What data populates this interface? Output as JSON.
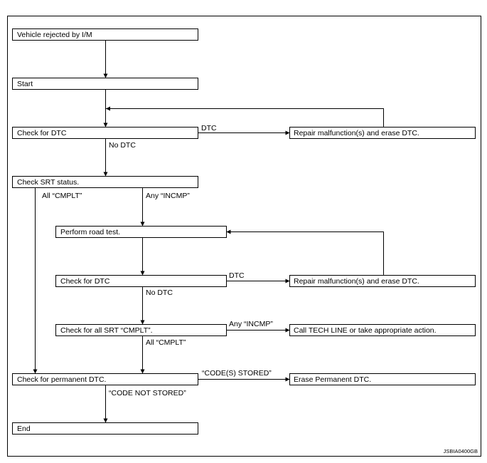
{
  "nodes": {
    "vehicle_rejected": "Vehicle rejected by I/M",
    "start": "Start",
    "check_dtc_1": "Check for DTC",
    "repair_1": "Repair malfunction(s) and erase DTC.",
    "check_srt": "Check SRT status.",
    "road_test": "Perform road test.",
    "check_dtc_2": "Check for DTC",
    "repair_2": "Repair malfunction(s) and erase DTC.",
    "check_all_srt": "Check for all SRT “CMPLT”.",
    "call_tech_line": "Call TECH LINE or take appropriate action.",
    "check_permanent": "Check for permanent DTC.",
    "erase_permanent": "Erase Permanent DTC.",
    "end": "End"
  },
  "edges": {
    "dtc_1": "DTC",
    "no_dtc_1": "No DTC",
    "all_cmplt_1": "All “CMPLT”",
    "any_incmp_1": "Any “INCMP”",
    "dtc_2": "DTC",
    "no_dtc_2": "No DTC",
    "any_incmp_2": "Any “INCMP”",
    "all_cmplt_2": "All “CMPLT”",
    "codes_stored": "“CODE(S) STORED”",
    "code_not_stored": "“CODE NOT STORED”"
  },
  "figure_id": "JSBIA0400GB"
}
